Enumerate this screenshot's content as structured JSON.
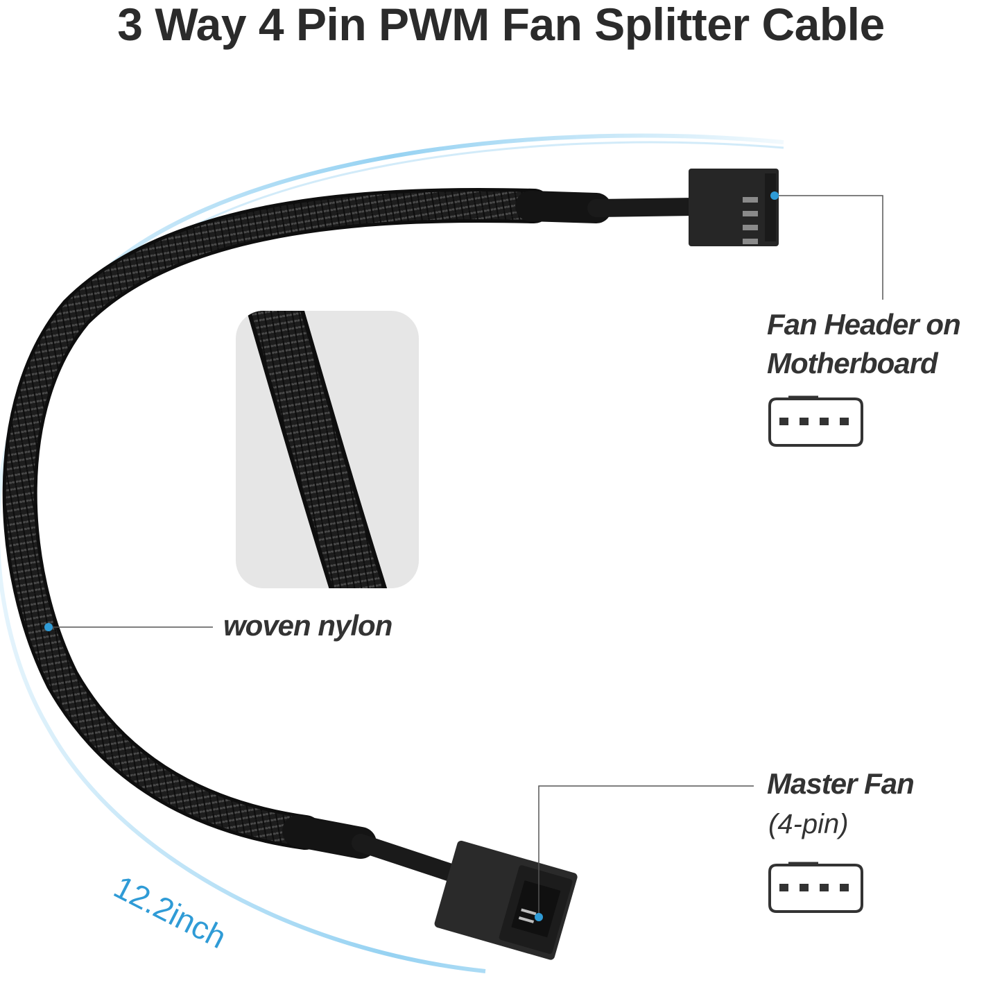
{
  "title": "3 Way 4 Pin PWM Fan Splitter Cable",
  "callouts": {
    "fan_header": {
      "line1": "Fan Header on",
      "line2": "Motherboard",
      "icon": "4-pin-connector-icon"
    },
    "master_fan": {
      "line1": "Master Fan",
      "line2": "(4-pin)",
      "icon": "4-pin-connector-icon"
    },
    "material": {
      "label": "woven nylon"
    }
  },
  "length_label": "12.2inch",
  "colors": {
    "accent": "#2f9bd6",
    "text": "#333333",
    "cable": "#1a1a1a"
  }
}
